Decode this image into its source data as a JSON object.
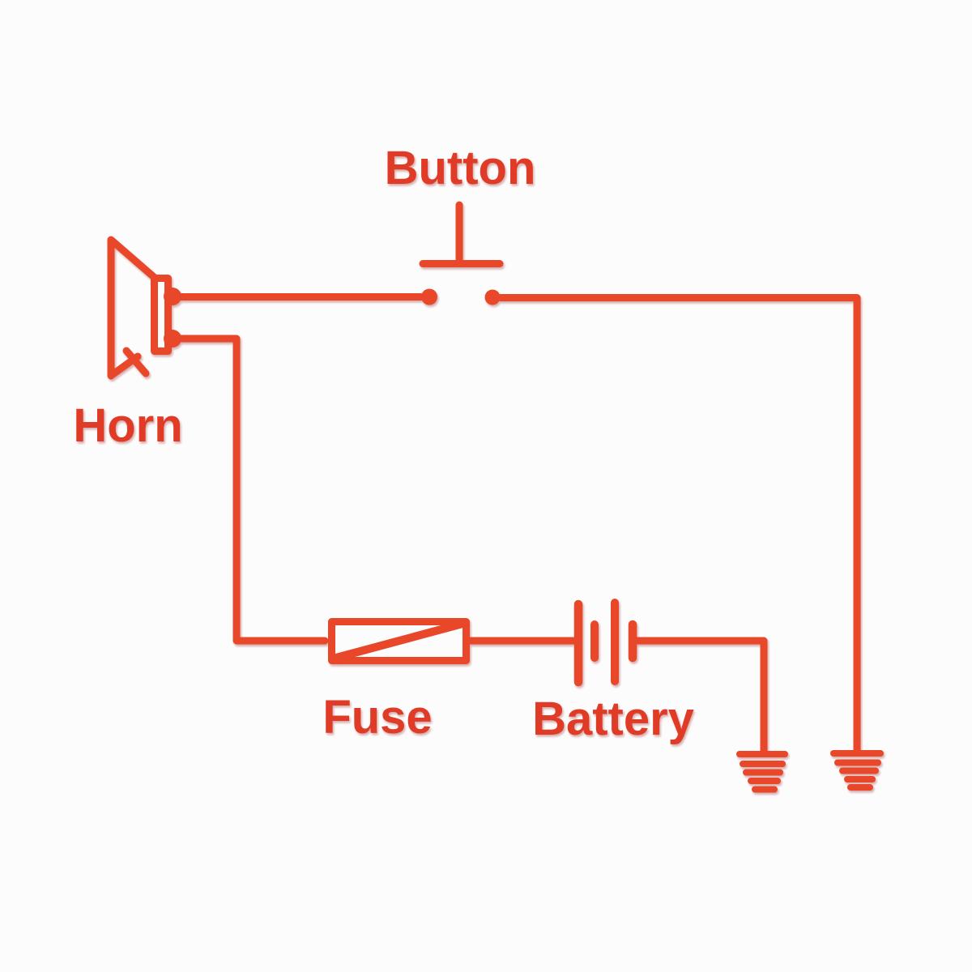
{
  "diagram": {
    "type": "circuit-wiring-diagram",
    "subject": "Horn circuit",
    "line_color": "#e8462c",
    "label_color": "#e03b27",
    "background_color": "#fdfcfc",
    "labels": {
      "button": "Button",
      "horn": "Horn",
      "fuse": "Fuse",
      "battery": "Battery"
    },
    "components": [
      {
        "id": "horn",
        "label": "Horn",
        "symbol": "speaker-horn with two terminals"
      },
      {
        "id": "button",
        "label": "Button",
        "symbol": "normally-open push-button switch (two contact dots, plunger bar above)"
      },
      {
        "id": "fuse",
        "label": "Fuse",
        "symbol": "rectangle with diagonal stroke"
      },
      {
        "id": "battery",
        "label": "Battery",
        "symbol": "two-cell battery (long-short long-short plates)"
      },
      {
        "id": "ground-left",
        "label": "",
        "symbol": "chassis ground, 5 shrinking bars"
      },
      {
        "id": "ground-right",
        "label": "",
        "symbol": "chassis ground, 5 shrinking bars"
      }
    ],
    "connections": [
      {
        "from": "horn top terminal",
        "to": "button left contact"
      },
      {
        "from": "button right contact",
        "to": "right chassis ground"
      },
      {
        "from": "horn bottom terminal",
        "to": "fuse left end"
      },
      {
        "from": "fuse right end",
        "to": "battery positive plate"
      },
      {
        "from": "battery negative plate",
        "to": "left chassis ground"
      }
    ]
  }
}
